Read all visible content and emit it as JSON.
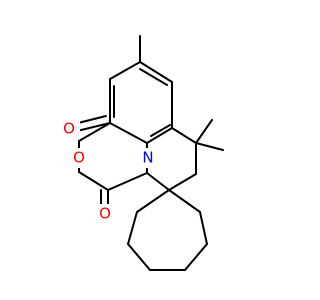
{
  "figure": {
    "type": "chemical-structure",
    "colors": {
      "background": "#ffffff",
      "bond": "#000000",
      "oxygen": "#ff0000",
      "nitrogen": "#0000ff"
    }
  },
  "atoms": {
    "carbonyl_o_top": "O",
    "ring_o": "O",
    "carbonyl_o_bottom": "O",
    "ring_n": "N"
  }
}
